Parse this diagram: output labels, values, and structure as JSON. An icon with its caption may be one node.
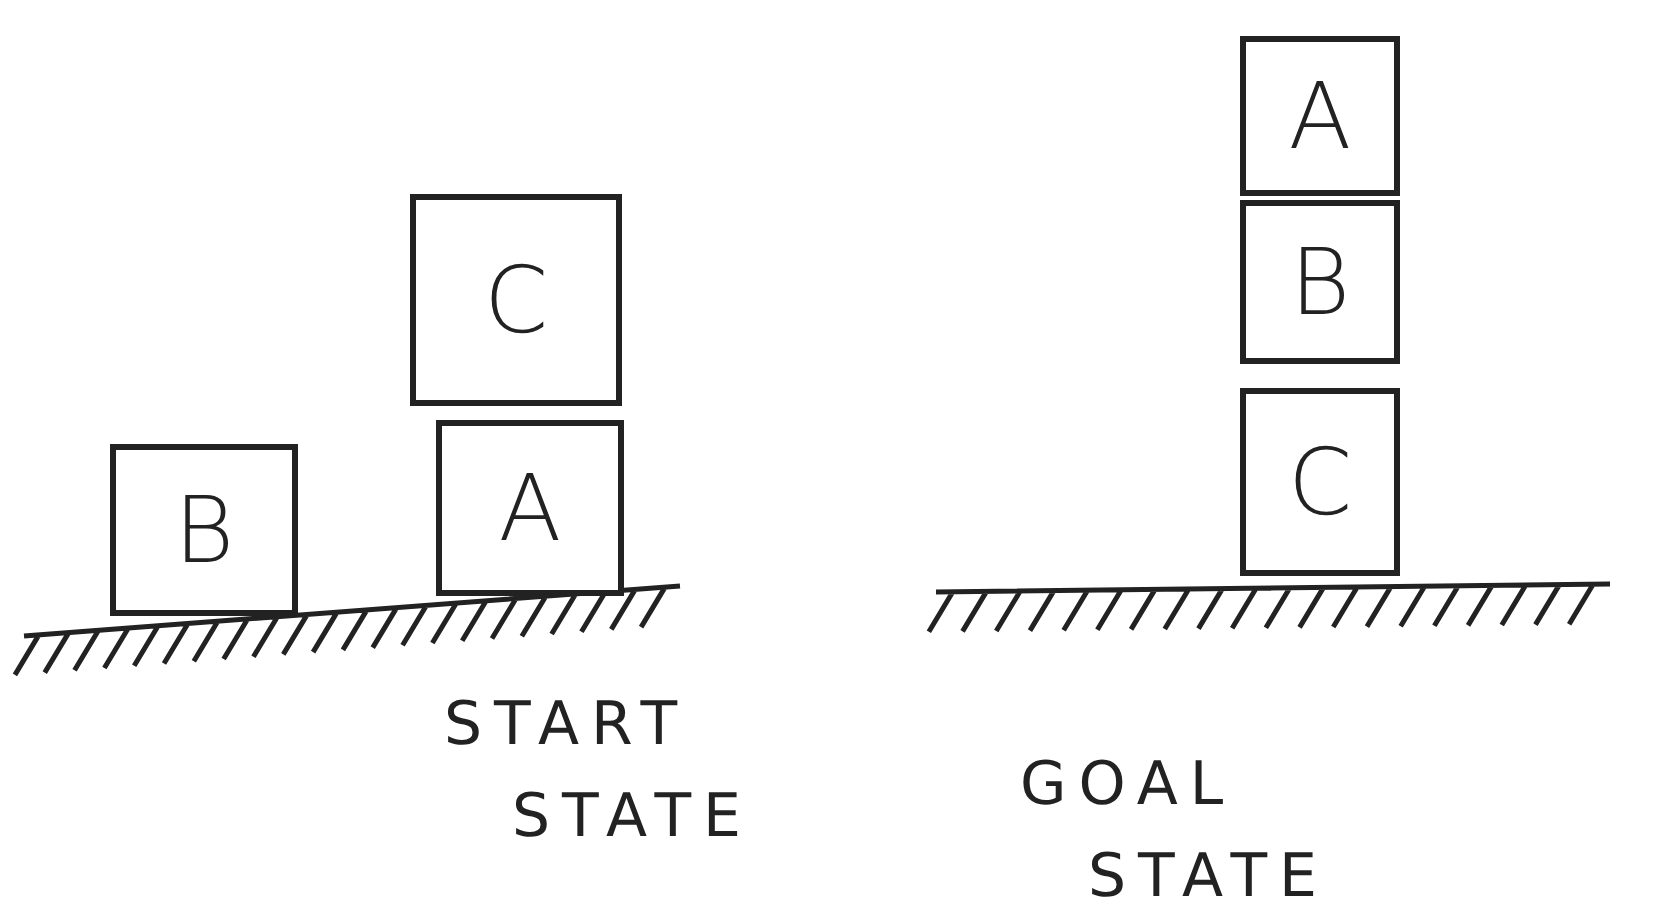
{
  "diagram": {
    "nodes": [
      {
        "text": [
          "B"
        ]
      },
      {
        "text": [
          "C"
        ]
      },
      {
        "text": [
          "A"
        ]
      },
      {
        "text": [
          "A"
        ]
      },
      {
        "text": [
          "B"
        ]
      },
      {
        "text": [
          "C"
        ]
      }
    ],
    "edges": [],
    "labels": [
      "START STATE",
      "GOAL STATE"
    ]
  }
}
